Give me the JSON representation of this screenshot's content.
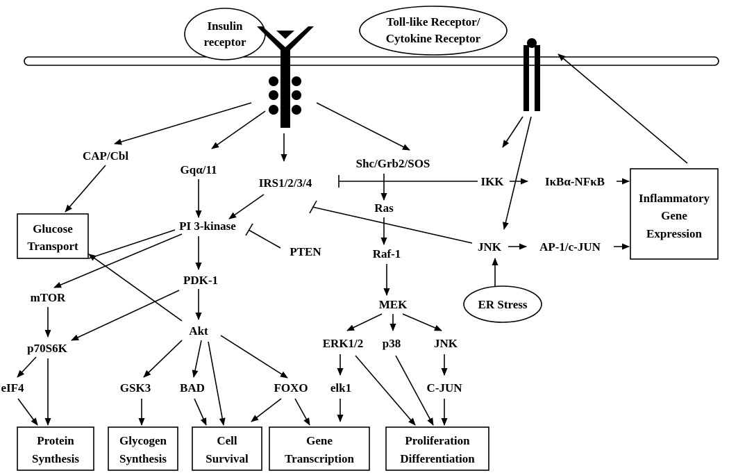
{
  "receptors": {
    "insulin": [
      "Insulin",
      "receptor"
    ],
    "toll": [
      "Toll-like Receptor/",
      "Cytokine Receptor"
    ]
  },
  "stimuli": {
    "er_stress": "ER Stress"
  },
  "nodes": {
    "cap_cbl": "CAP/Cbl",
    "gq": "Gqα/11",
    "irs": "IRS1/2/3/4",
    "shc": "Shc/Grb2/SOS",
    "ikk": "IKK",
    "ikba": "IκBα-NFκB",
    "pi3k": "PI 3-kinase",
    "ras": "Ras",
    "pten": "PTEN",
    "raf1": "Raf-1",
    "jnk_top": "JNK",
    "ap1": "AP-1/c-JUN",
    "pdk1": "PDK-1",
    "mtor": "mTOR",
    "mek": "MEK",
    "akt": "Akt",
    "p70s6k": "p70S6K",
    "erk": "ERK1/2",
    "p38": "p38",
    "jnk_low": "JNK",
    "eif4": "eIF4",
    "gsk3": "GSK3",
    "bad": "BAD",
    "foxo": "FOXO",
    "elk1": "elk1",
    "cjun": "C-JUN"
  },
  "outcomes": {
    "glucose": [
      "Glucose",
      "Transport"
    ],
    "protein": [
      "Protein",
      "Synthesis"
    ],
    "glycogen": [
      "Glycogen",
      "Synthesis"
    ],
    "survival": [
      "Cell",
      "Survival"
    ],
    "gene": [
      "Gene",
      "Transcription"
    ],
    "prolif": [
      "Proliferation",
      "Differentiation"
    ],
    "inflam": [
      "Inflammatory",
      "Gene",
      "Expression"
    ]
  }
}
